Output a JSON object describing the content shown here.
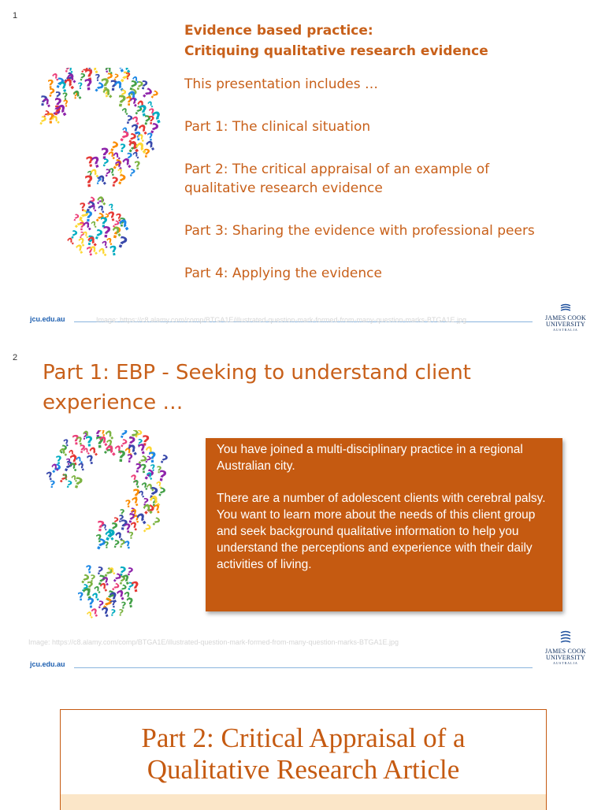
{
  "slides": [
    {
      "number": "1",
      "title_line1": "Evidence based practice:",
      "title_line2": "Critiquing qualitative research evidence",
      "intro": "This presentation includes …",
      "parts": [
        "Part 1:  The clinical situation",
        "Part 2:  The critical appraisal of an example of",
        "qualitative research evidence",
        "Part 3:   Sharing the evidence with professional peers",
        "Part 4:   Applying the evidence"
      ],
      "footer_url": "jcu.edu.au",
      "image_credit": "Image: https://c8.alamy.com/comp/BTGA1E/illustrated-question-mark-formed-from-many-question-marks-BTGA1E.jpg",
      "image_icon": "question-mark-collage-icon"
    },
    {
      "number": "2",
      "title_line1": "Part 1: EBP - Seeking to understand client",
      "title_line2": "experience …",
      "box_para1": "You have joined a multi-disciplinary practice in a regional Australian city.",
      "box_para2": "There are a number of adolescent clients with cerebral palsy.  You want to learn more about the needs of this client group and seek background qualitative information to help you understand the perceptions and experience with their daily activities of living.",
      "footer_url": "jcu.edu.au",
      "image_credit": "Image: https://c8.alamy.com/comp/BTGA1E/illustrated-question-mark-formed-from-many-question-marks-BTGA1E.jpg",
      "image_icon": "question-mark-collage-icon"
    },
    {
      "title_line1": "Part 2: Critical Appraisal of a",
      "title_line2": "Qualitative Research Article"
    }
  ],
  "logo": {
    "line1": "JAMES COOK",
    "line2": "UNIVERSITY",
    "line3": "AUSTRALIA"
  },
  "colors": {
    "accent": "#c8601a",
    "box": "#c55a11",
    "link": "#1d5fb0"
  },
  "qmark_palette": [
    "#e53935",
    "#fb8c00",
    "#fdd835",
    "#43a047",
    "#1e88e5",
    "#8e24aa",
    "#00acc1",
    "#ec407a",
    "#7cb342",
    "#3949ab"
  ]
}
